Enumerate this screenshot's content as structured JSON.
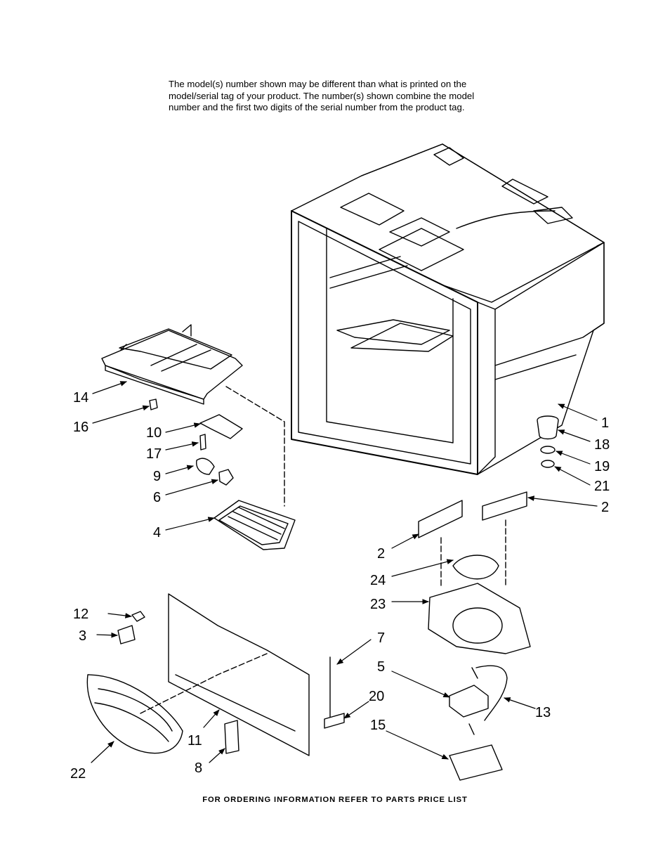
{
  "header_note": {
    "lines": [
      "The model(s) number shown may be different than what is printed on the",
      "model/serial tag of your product. The number(s) shown combine the model",
      "number and the first two digits of the serial number from the product tag."
    ]
  },
  "callouts": [
    "14",
    "16",
    "10",
    "17",
    "9",
    "6",
    "4",
    "1",
    "18",
    "19",
    "21",
    "2",
    "2",
    "24",
    "23",
    "12",
    "3",
    "7",
    "5",
    "20",
    "13",
    "15",
    "11",
    "8",
    "22"
  ],
  "footer": "FOR ORDERING INFORMATION REFER TO PARTS PRICE LIST"
}
